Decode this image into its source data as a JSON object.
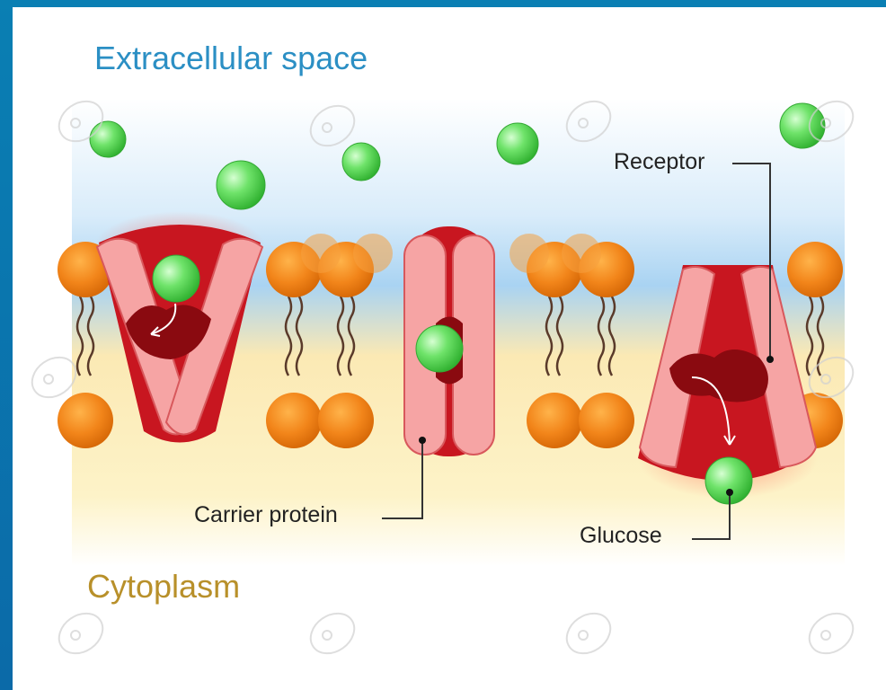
{
  "regions": {
    "top": "Extracellular space",
    "bottom": "Cytoplasm"
  },
  "callouts": {
    "receptor": "Receptor",
    "carrier": "Carrier protein",
    "glucose": "Glucose"
  },
  "colors": {
    "frame": "#0b77b0",
    "extracellular": "#2b8fc4",
    "cytoplasm": "#b8902a",
    "lipid_head": "#f08a1c",
    "protein_dark": "#c8141c",
    "protein_light": "#f4a0a0",
    "glucose": "#44d044"
  },
  "icons": [
    "watermark-logo"
  ]
}
